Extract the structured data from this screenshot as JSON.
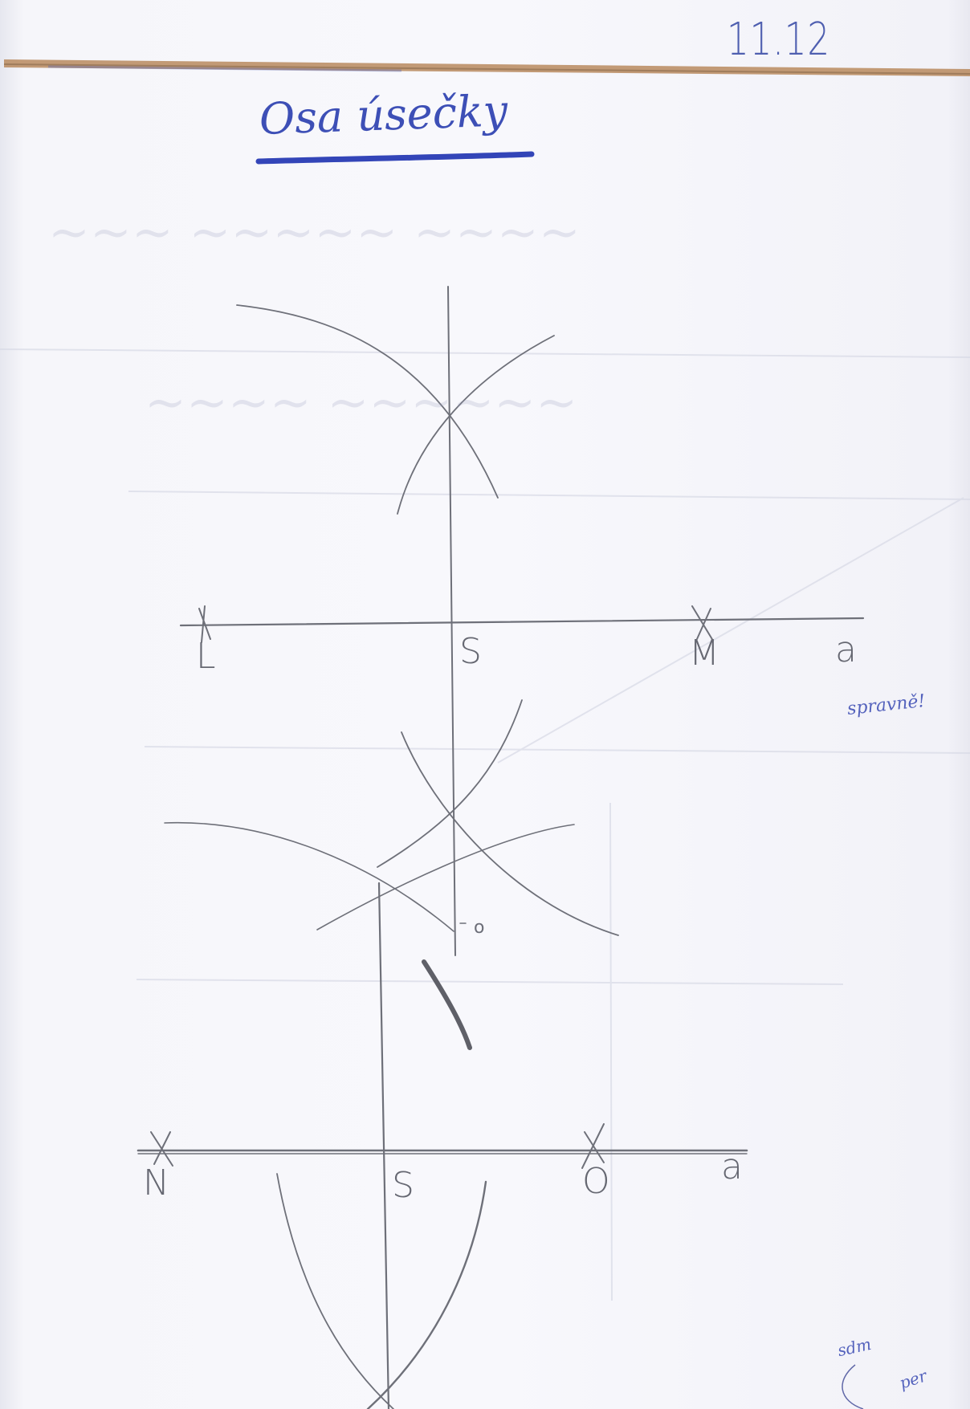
{
  "header": {
    "date": "11.12"
  },
  "title": "Osa úsečky",
  "construction_1": {
    "line_name": "a",
    "endpoints": [
      "L",
      "M"
    ],
    "midpoint": "S"
  },
  "construction_2": {
    "line_name": "a",
    "endpoints": [
      "N",
      "O"
    ],
    "midpoint": "S",
    "axis_label": "o"
  },
  "teacher_notes": {
    "remark": "spravně!",
    "sign_left": "sdm",
    "sign_right": "per"
  },
  "colors": {
    "pencil": "#6e7079",
    "ink_blue": "#3d4fb6",
    "header_strip": "#b98a5e"
  }
}
